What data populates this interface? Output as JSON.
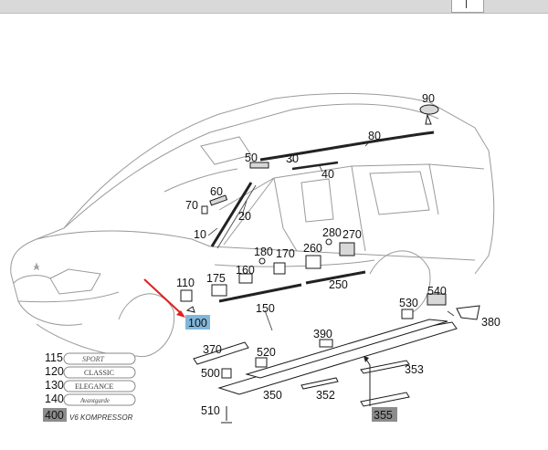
{
  "part_numbers": {
    "p10": "10",
    "p20": "20",
    "p30": "30",
    "p40": "40",
    "p50": "50",
    "p60": "60",
    "p70": "70",
    "p80": "80",
    "p90": "90",
    "p100": "100",
    "p110": "110",
    "p150": "150",
    "p160": "160",
    "p170": "170",
    "p175": "175",
    "p180": "180",
    "p250": "250",
    "p260": "260",
    "p270": "270",
    "p280": "280",
    "p350": "350",
    "p352": "352",
    "p353": "353",
    "p355": "355",
    "p370": "370",
    "p380": "380",
    "p390": "390",
    "p500": "500",
    "p510": "510",
    "p520": "520",
    "p530": "530",
    "p540": "540"
  },
  "emblems": [
    {
      "number": "115",
      "badge": "SPORT"
    },
    {
      "number": "120",
      "badge": "CLASSIC"
    },
    {
      "number": "130",
      "badge": "ELEGANCE"
    },
    {
      "number": "140",
      "badge": "Avantgarde"
    },
    {
      "number": "400",
      "badge": "V6 KOMPRESSOR"
    }
  ],
  "colors": {
    "highlight": "#7fb7da",
    "gray_label": "#8c8c8c",
    "pointer_arrow": "#e02020"
  }
}
